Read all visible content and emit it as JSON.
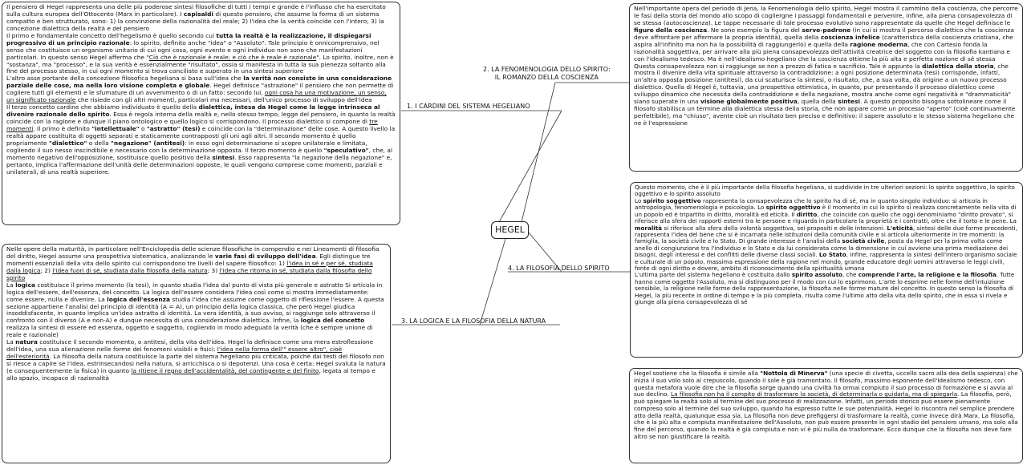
{
  "center": {
    "title": "HEGEL"
  },
  "branches": [
    {
      "id": "b1",
      "label": "1. I CARDINI DEL SISTEMA HEGELIANO",
      "lines": []
    },
    {
      "id": "b2",
      "label": "",
      "lines": [
        "2. LA FENOMENOLOGIA DELLO SPIRITO:",
        "IL ROMANZO DELLA COSCIENZA"
      ]
    },
    {
      "id": "b3",
      "label": "3. LA LOGICA E LA FILOSOFIA DELLA NATURA",
      "lines": []
    },
    {
      "id": "b4",
      "label": "4. LA FILOSOFIA DELLO SPIRITO",
      "lines": []
    }
  ],
  "boxes": {
    "box1": [
      [
        [
          "Il pensiero di Hegel rappresenta una delle più poderose sintesi filosofiche di tutti i tempi e grande è l'influsso che ha esercitato sulla cultura europea dell'Ottocento (Marx in particolare). I ",
          ""
        ],
        [
          "capisaldi",
          "b"
        ],
        [
          " di questo pensiero, che assume la forma di un sistema compatto e ben strutturato, sono: 1) la convinzione della razionalità del reale; 2) l'idea che la verità coincide con l'intero; 3) la concezione dialettica della realtà e del pensiero",
          ""
        ]
      ],
      [
        [
          "Il primo e fondamentale concetto dell'hegelismo è quello secondo cui ",
          ""
        ],
        [
          "tutta la realtà è la realizzazione, il dispiegarsi progressivo di un principio razionale",
          "b"
        ],
        [
          ": lo spirito, definito anche \"idea\" o \"Assoluto\". Tale principio è onnicomprensivo, nel senso che costituisce un organismo unitario di cui ogni cosa, ogni evento e ogni individuo non sono che manifestazioni particolari. In questo senso Hegel afferma che \"",
          ""
        ],
        [
          "Ciò che è razionale è reale; e ciò che è reale è razionale",
          "u"
        ],
        [
          "\". Lo spirito, inoltre, non è \"sostanza\", ma \"processo\", e la sua verità è essenzialmente \"risultato\", ossia si manifesta in tutta la sua pienezza soltanto alla fine del processo stesso, in cui ogni momento si trova conciliato e superato in una sintesi superiore",
          ""
        ]
      ],
      [
        [
          "L'altro asse portante della concezione filosofica hegeliana si basa sull'idea che ",
          ""
        ],
        [
          "la verità non consiste in una considerazione parziale delle cose, ma nella loro visione completa e globale",
          "b"
        ],
        [
          ". Hegel definisce \"astrazione\" il pensiero che non permette di cogliere tutti gli elementi e le sfumature di un avvenimento o di un fatto: secondo lui, ",
          ""
        ],
        [
          "ogni cosa ha una motivazione, un senso, un significato razionale",
          "u"
        ],
        [
          " che risiede con gli altri momenti, particolari ma necessari, dell'unico processo di sviluppo dell'idea",
          ""
        ]
      ],
      [
        [
          "Il terzo concetto cardine che abbiamo individuato è quello della ",
          ""
        ],
        [
          "dialettica, intesa da Hegel come la legge intrinseca al divenire razionale dello spirito",
          "b"
        ],
        [
          ". Essa è regola interna della realtà e, nello stesso tempo, legge del pensiero, in quanto la realtà coincide con la ragione e dunque il piano ontologico e quello logico si corrispondono. Il processo dialettico si compone di ",
          ""
        ],
        [
          "tre momenti",
          "u"
        ],
        [
          ". Il primo è definito ",
          ""
        ],
        [
          "\"intellettuale\"",
          "b"
        ],
        [
          " o ",
          ""
        ],
        [
          "\"astratto\" (tesi)",
          "b"
        ],
        [
          " e coincide con la \"determinazione\" delle cose. A questo livello la realtà appare costituita di oggetti separati e staticamente contrapposti gli uni agli altri. Il secondo momento è quello propriamente ",
          ""
        ],
        [
          "\"dialettico\"",
          "b"
        ],
        [
          " o della ",
          ""
        ],
        [
          "\"negazione\" (antitesi)",
          "b"
        ],
        [
          ": in esso ogni determinazione si scopre unilaterale e limitata, cogliendo il suo nesso inscindibile e necessario con la determinazione opposta. Il terzo momento è quello ",
          ""
        ],
        [
          "\"speculativo\"",
          "b"
        ],
        [
          ", che, al momento negativo dell'opposizione, sostituisce quello positivo della ",
          ""
        ],
        [
          "sintesi",
          "b"
        ],
        [
          ". Esso rappresenta \"la negazione della negazione\" e, pertanto, implica l'affermazione dell'unità delle determinazioni opposte, le quali vengono comprese come momenti, parziali e unilaterali, di una realtà superiore.",
          ""
        ]
      ]
    ],
    "box2": [
      [
        [
          "Nell'importante opera del periodo di Jena, la Fenomenologia dello spirito, Hegel mostra il cammino della coscienza, che percorre le fasi della storia del mondo allo scopo di cogliergne i passaggi fondamentali e pervenire, infine, alla piena consapevolezza di se stessa (autocoscienza). Le tappe necessarie di tale processo evolutivo sono rappresentate da quelle che Hegel definisce le ",
          ""
        ],
        [
          "figure della coscienza",
          "b"
        ],
        [
          ". Ne sono esempio la figura del ",
          ""
        ],
        [
          "servo-padrone",
          "b"
        ],
        [
          " (in cui si mostra il percorso dialettico che la coscienza deve affrontare per affermare la propria identità), quella della ",
          ""
        ],
        [
          "coscienza infelice",
          "b"
        ],
        [
          " (caratteristica della coscienza cristiana, che aspira all'infinito ma non ha la possibilità di raggiungerlo) e quella della ",
          ""
        ],
        [
          "ragione moderna",
          "b"
        ],
        [
          ", che con Cartesio fonda la razionalità soggettiva, per arrivare alla più piena consapevolezza dell'attività creatrice del soggetto con la filosofia kantiana e con l'idealismo tedesco. Ma è nell'idealismo hegeliano che la coscienza ottiene la più alta e perfetta nozione di sé stessa",
          ""
        ]
      ],
      [
        [
          "Questa consapevolezza non si raggiunge se non a prezzo di fatica e sacrificio. Tale è appunto la ",
          ""
        ],
        [
          "dialettica della storia",
          "b"
        ],
        [
          ", che mostra il divenire della vita spirituale attraverso la contraddizione: a ogni posizione determinata (tesi) corrisponde, infatti, un'altra opposta posizione (antitesi), da cui scaturisce la sintesi, o risultato, che, a sua volta, dà origine a un nuovo processo dialettico. Quella di Hegel è, tuttavia, una prospettiva ottimistica, in quanto, pur presentando il processo dialettico come sviluppo dinamico che necessita della contraddizione e della negazione, mostra anche come ogni negatività e \"drammaticità\" siano superate in una ",
          ""
        ],
        [
          "visione globalmente positiva",
          "b"
        ],
        [
          ", quella della ",
          ""
        ],
        [
          "sintesi",
          "b"
        ],
        [
          ". A questo proposito bisogna sottolineare come il filosofo stabilisca un termine alla dialettica stessa della storia, che non appare come un processo \"aperto\" (cioè continuamente perfettibile), ma \"chiuso\", avente cioè un risultato ben preciso e definitivo: il sapere assoluto e lo stesso sistema hegeliano che ne è l'espressione",
          ""
        ]
      ]
    ],
    "box3": [
      [
        [
          "Nelle opere della maturità, in particolare nell'Enciclopedia delle scienze filosofiche in compendio e nei Lineamenti di filosofia del diritto, Hegel assume una prospettiva sistematica, analizzando le ",
          ""
        ],
        [
          "varie fasi di sviluppo dell'idea",
          "b"
        ],
        [
          ". Egli distingue tre momenti essenziali della vita dello spirito cui corrispondono tre livelli del sapere filosofico: 1) ",
          ""
        ],
        [
          "l'idea in sé e per sé, studiata dalla logica",
          "u"
        ],
        [
          "; 2) ",
          ""
        ],
        [
          "l'idea fuori di sé, studiata dalla filosofia della natura",
          "u"
        ],
        [
          "; 3) ",
          ""
        ],
        [
          "l'idea che ritorna in sé, studiata dalla filosofia dello spirito",
          "u"
        ]
      ],
      [
        [
          "La ",
          ""
        ],
        [
          "logica",
          "b"
        ],
        [
          " costituisce il primo momento (la tesi), in quanto studia l'idea dal punto di vista più generale e astratto Si articola in logica dell'essere, dell'essenza, del concetto. La logica dell'essere considera l'idea così come si mostra immediatamente: come essere, nulla e divenire. La ",
          ""
        ],
        [
          "logica dell'essenza",
          "b"
        ],
        [
          " studia l'idea che assume come oggetto di riflessione l'essere. A questa sezione appartiene l'analisi del principio di identità (A = A), un principio della logica classica, che però Hegel giudica insoddisfacente, in quanto implica un'idea astratta di identità. La vera identità, a suo avviso, si raggiunge solo attraverso il confronto con il diverso (A e non-A) e dunque necessita di una considerazione dialettica. Infine, la ",
          ""
        ],
        [
          "logica del concetto",
          "b"
        ],
        [
          " realizza la sintesi di essere ed essenza, oggetto e soggetto, cogliendo in modo adeguato la verità (che è sempre unione di reale e razionale)",
          ""
        ]
      ],
      [
        [
          "La ",
          ""
        ],
        [
          "natura",
          "b"
        ],
        [
          " costituisce il secondo momento, o antitesi, della vita dell'idea. Hegel la definisce come una mera estroflessione dell'idea, una sua alienazione nelle forme dei fenomeni visibili e fisici: ",
          ""
        ],
        [
          "l'idea nella forma dell'\" essere altro\", cioè dell'esteriorità",
          "u"
        ],
        [
          ". La filosofia della natura costituisce la parte del sistema hegeliano più criticata, poiché dai testi del filosofo non si riesce a capire se l'idea, estrinsecandosi nella natura, si arricchisca o si depotenzi. Una cosa è certa: Hegel svaluta la natura (e conseguentemente la fisica) in quanto ",
          ""
        ],
        [
          "la ritiene il regno dell'accidentalità, del contingente e del finito",
          "u"
        ],
        [
          ", legata al tempo e allo spazio, incapace di razionalità",
          ""
        ]
      ]
    ],
    "box4": [
      [
        [
          "Questo momento, che è il più importante della filosofia hegeliana, si suddivide in tre ulteriori sezioni: lo spirito soggettivo, lo spirito oggettivo e lo spirito assoluto",
          ""
        ]
      ],
      [
        [
          "Lo ",
          ""
        ],
        [
          "spirito soggettivo",
          "b"
        ],
        [
          " rappresenta la consapevolezza che lo spirito ha di sé, ma in quanto singolo individuo: si articola in antropologia, fenomenologia e psicologia. Lo ",
          ""
        ],
        [
          "spirito oggettivo",
          "b"
        ],
        [
          " è il momento in cui lo spirito si realizza concretamente nella vita di un popolo ed è tripartito in diritto, moralità ed eticità. Il ",
          ""
        ],
        [
          "diritto",
          "b"
        ],
        [
          ", che coincide con quello che oggi denominiamo \"diritto provato\", si riferisce alla sfera dei rapporti esterni tra le persone e riguarda in particolare la proprietà e i contratti, oltre che il torto e le pene. La ",
          ""
        ],
        [
          "moralità",
          "b"
        ],
        [
          " si riferisce alla sfera della volontà soggettiva, sei propositi e delle intenzioni. ",
          ""
        ],
        [
          "L'eticità",
          "b"
        ],
        [
          ", sintesi delle due forme precedenti, rappresenta l'idea del bene che si è incarnata nelle istituzioni della comunità civile e si articola ulteriormente in tre momenti: la famiglia, la società civile e lo Stato. Di grande interesse è l'analisi della ",
          ""
        ],
        [
          "società civile",
          "b"
        ],
        [
          ", posta da Hegel per la prima volta come anello di congiunzione tra l'individuo e lo Stato e da lui considerata come la dimensione in cui avviene una prima mediazione dei bisogni, degli interessi e dei conflitti delle diverse classi sociali. ",
          ""
        ],
        [
          "Lo Stato",
          "b"
        ],
        [
          ", infine, rappresenta la sintesi dell'intero organismo sociale e culturale di un popolo, massima espressione della ragione nel mondo, grande educatore degli uomini attraverso le leggi civili, fonte di ogni diritto e dovere, ambito di riconoscimento della spiritualità umana",
          ""
        ]
      ],
      [
        [
          "L'ultima parte del sistema hegeliano è costituita dallo ",
          ""
        ],
        [
          "spirito assoluto",
          "b"
        ],
        [
          ", che ",
          ""
        ],
        [
          "comprende l'arte, la religione e la filosofia",
          "b"
        ],
        [
          ". Tutte hanno come oggetto l'Assoluto, ma si distinguono per il modo con cui lo esprimono. L'arte lo esprime nelle forme dell'intuizione sensibile, la religione nelle forme della rappresentazione, la filosofia nelle forme mature del concetto. In questo senso la filosofia di Hegel, la più recente in ordine di tempo e la più completa, risulta come l'ultimo atto della vita dello spirito, che in essa si rivela e giunge alla piena consapevolezza di sé",
          ""
        ]
      ]
    ],
    "box5": [
      [
        [
          "Hegel sostiene che la filosofia è simile alla ",
          ""
        ],
        [
          "\"Nottola di Minerva\"",
          "b"
        ],
        [
          " (una specie di civetta, uccello sacro alla dea della sapienza) che inizia il suo volo solo al crepuscolo, quando il sole è già tramontato. Il filosofo, massimo esponente dell'Idealismo tedesco, con questa metafora vuole dire che la filosofia sorge quando una civiltà ha ormai compiuto il suo processo di formazione e si avvia al suo declino. ",
          ""
        ],
        [
          "La filosofia non ha il compito di trasformare la società, di determinarla o guidarla, ma di spiegarla",
          "u"
        ],
        [
          ". La filosofia, però, può spiegare la realtà solo al termine del suo processo di realizzazione. Infatti, un periodo storico può essere pienamente compreso solo al termine del suo sviluppo, quando ha espresso tutte le sue potenzialità. Hegel lo riscontra nel semplice prendere atto della realtà, qualunque essa sia. La filosofia non deve prefiggersi di trasformare la realtà, come invece dirà Marx. La filosofia, che è la più alta e compiuta manifestazione dell'Assoluto, non può essere presente in ogni stadio del pensiero umano, ma solo alla fine del percorso, quando la realtà è già compiuta e non vi è più nulla da trasformare. Ecco dunque che la filosofia non deve fare altro se non giustificare la realtà.",
          ""
        ]
      ]
    ]
  }
}
